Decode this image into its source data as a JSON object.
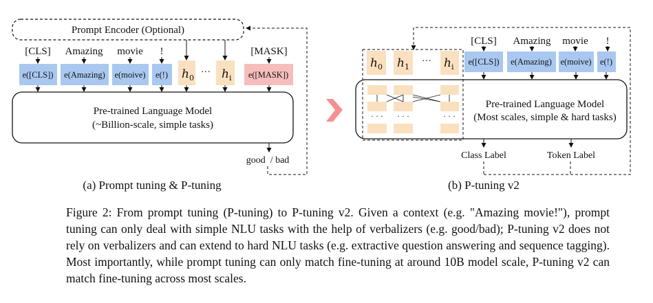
{
  "left_panel": {
    "prompt_encoder": "Prompt Encoder (Optional)",
    "tokens": [
      "[CLS]",
      "Amazing",
      "movie",
      "!",
      "[MASK]"
    ],
    "embeddings": [
      "e([CLS])",
      "e(Amazing)",
      "e(moive)",
      "e(!)",
      "e([MASK])"
    ],
    "hidden": {
      "h0": "h",
      "h0_sub": "0",
      "dots": "···",
      "hi": "h",
      "hi_sub": "i"
    },
    "model_line1": "Pre-trained Language Model",
    "model_line2": "(~Billion-scale, simple tasks)",
    "verbalizer": "good  / bad",
    "subcaption": "(a) Prompt tuning & P-tuning"
  },
  "right_panel": {
    "hidden": {
      "h0": "h",
      "h0_sub": "0",
      "h1": "h",
      "h1_sub": "1",
      "dots": "···",
      "hi": "h",
      "hi_sub": "i"
    },
    "tokens": [
      "[CLS]",
      "Amazing",
      "movie",
      "!"
    ],
    "embeddings": [
      "e([CLS])",
      "e(Amazing)",
      "e(moive)",
      "e(!)"
    ],
    "model_line1": "Pre-trained Language Model",
    "model_line2": "(Most scales, simple & hard tasks)",
    "class_label": "Class Label",
    "token_label": "Token Label",
    "subcaption": "(b) P-tuning v2"
  },
  "colors": {
    "embedding_blue": "#a9c8f0",
    "prompt_orange": "#fbe0bf",
    "mask_pink": "#f7bdbd",
    "arrow_red": "#f59090"
  },
  "caption": "Figure 2: From prompt tuning (P-tuning) to P-tuning v2. Given a context (e.g. \"Amazing movie!\"), prompt tuning can only deal with simple NLU tasks with the help of verbalizers (e.g. good/bad); P-tuning v2 does not rely on verbalizers and can extend to hard NLU tasks (e.g. extractive question answering and sequence tagging). Most importantly, while prompt tuning can only match fine-tuning at around 10B model scale, P-tuning v2 can match fine-tuning across most scales."
}
